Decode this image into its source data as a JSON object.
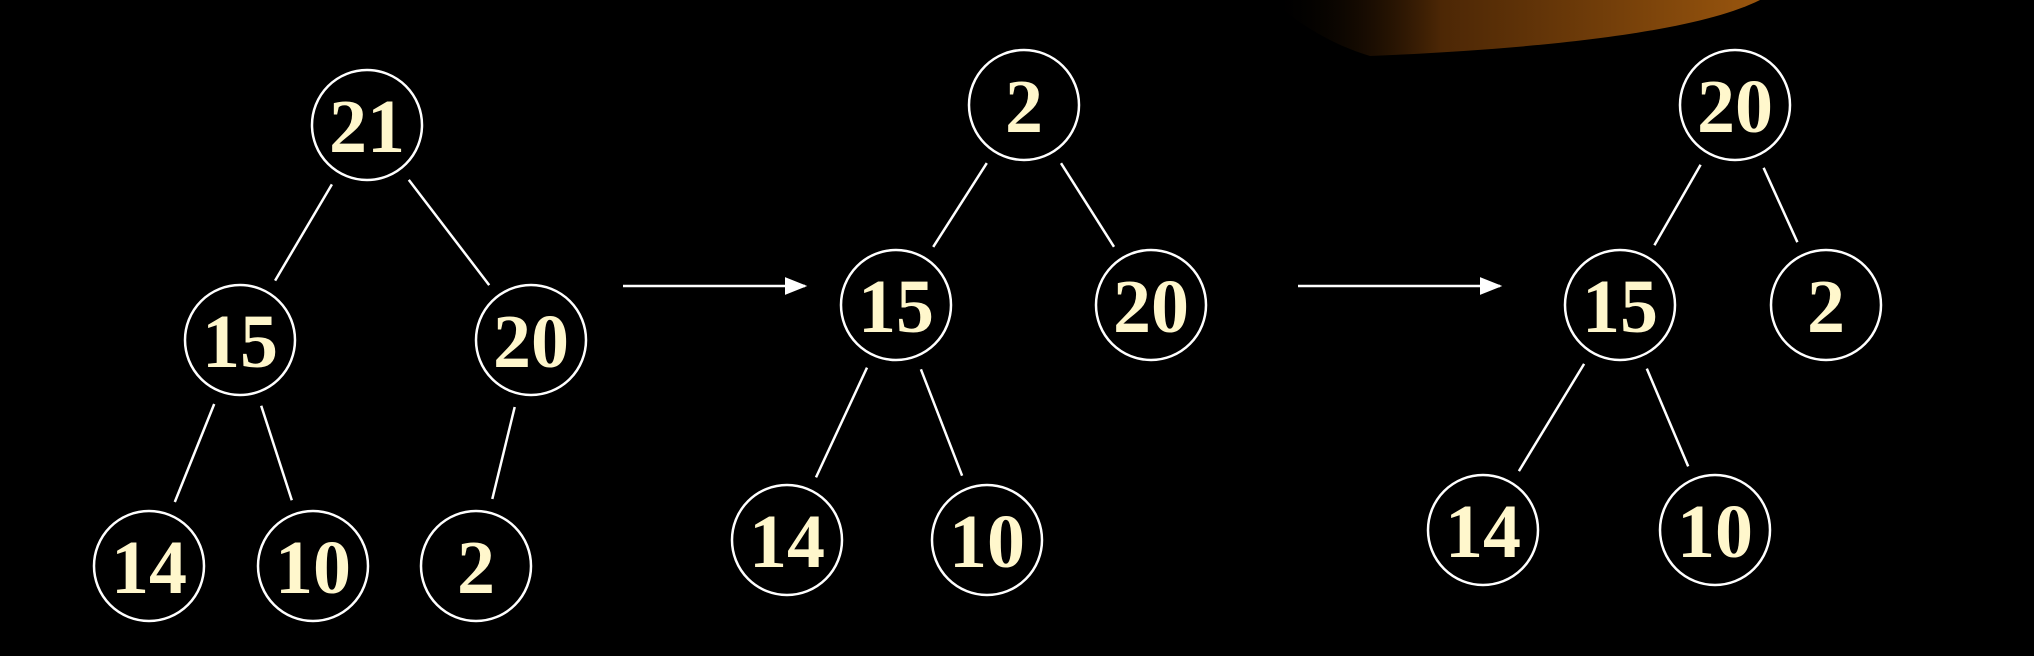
{
  "colors": {
    "background": "#000000",
    "stroke": "#FFFFFF",
    "node_text": "#FFF7CC",
    "accent_swoosh": "#8A4A0A"
  },
  "diagram": {
    "trees": [
      {
        "nodes": [
          {
            "id": "t1-root",
            "label": "21"
          },
          {
            "id": "t1-l",
            "label": "15"
          },
          {
            "id": "t1-r",
            "label": "20"
          },
          {
            "id": "t1-ll",
            "label": "14"
          },
          {
            "id": "t1-lr",
            "label": "10"
          },
          {
            "id": "t1-rl",
            "label": "2"
          }
        ],
        "edges": [
          [
            "t1-root",
            "t1-l"
          ],
          [
            "t1-root",
            "t1-r"
          ],
          [
            "t1-l",
            "t1-ll"
          ],
          [
            "t1-l",
            "t1-lr"
          ],
          [
            "t1-r",
            "t1-rl"
          ]
        ]
      },
      {
        "nodes": [
          {
            "id": "t2-root",
            "label": "2"
          },
          {
            "id": "t2-l",
            "label": "15"
          },
          {
            "id": "t2-r",
            "label": "20"
          },
          {
            "id": "t2-ll",
            "label": "14"
          },
          {
            "id": "t2-lr",
            "label": "10"
          }
        ],
        "edges": [
          [
            "t2-root",
            "t2-l"
          ],
          [
            "t2-root",
            "t2-r"
          ],
          [
            "t2-l",
            "t2-ll"
          ],
          [
            "t2-l",
            "t2-lr"
          ]
        ]
      },
      {
        "nodes": [
          {
            "id": "t3-root",
            "label": "20"
          },
          {
            "id": "t3-l",
            "label": "15"
          },
          {
            "id": "t3-r",
            "label": "2"
          },
          {
            "id": "t3-ll",
            "label": "14"
          },
          {
            "id": "t3-lr",
            "label": "10"
          }
        ],
        "edges": [
          [
            "t3-root",
            "t3-l"
          ],
          [
            "t3-root",
            "t3-r"
          ],
          [
            "t3-l",
            "t3-ll"
          ],
          [
            "t3-l",
            "t3-lr"
          ]
        ]
      }
    ]
  }
}
